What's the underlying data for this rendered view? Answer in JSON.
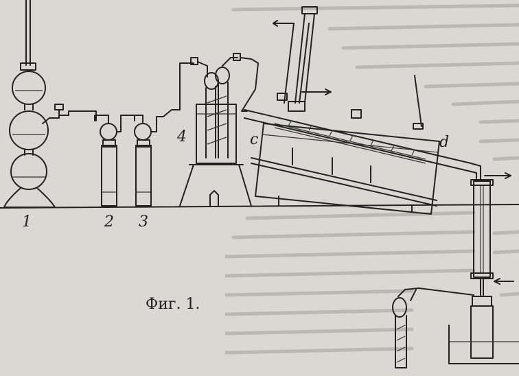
{
  "figure": {
    "caption": "Фиг. 1.",
    "labels": {
      "one": "1",
      "two": "2",
      "three": "3",
      "four": "4",
      "c": "c",
      "d": "d"
    }
  }
}
